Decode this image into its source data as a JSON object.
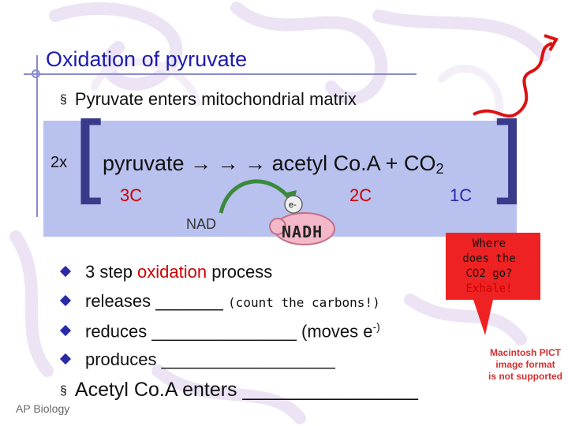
{
  "slide": {
    "title": "Oxidation of pyruvate",
    "bullet_symbol": "§",
    "bullet_1": "Pyruvate enters mitochondrial matrix",
    "multiplier": "2x",
    "eq_left": "pyruvate",
    "arrows": "→ → →",
    "eq_right": "acetyl Co.A + CO",
    "eq_sub": "2",
    "carbons_3c": "3C",
    "carbons_2c": "2C",
    "carbons_1c": "1C",
    "nad_label": "NAD",
    "nadh_label": "NADH",
    "electron_label": "e-",
    "points": [
      {
        "pre": "3 step ",
        "em": "oxidation",
        "post": " process",
        "note": ""
      },
      {
        "pre": "releases _______",
        "em": "",
        "post": "",
        "note": "(count the carbons!)"
      },
      {
        "pre": "reduces _______________ (moves e",
        "em": "",
        "post": "-)",
        "note": ""
      },
      {
        "pre": "produces __________________",
        "em": "",
        "post": "",
        "note": ""
      }
    ],
    "bubble_lines": [
      "Where",
      "does the",
      "CO2 go?",
      "Exhale!"
    ],
    "pict_lines": [
      "Macintosh PICT",
      "image format",
      "is not supported"
    ],
    "last_bullet": "Acetyl Co.A enters ________________",
    "footer": "AP Biology"
  },
  "colors": {
    "title": "#1c1cb0",
    "band": "#b9c1ee",
    "red": "#cc0000",
    "swirl": "#e8e0f0"
  }
}
